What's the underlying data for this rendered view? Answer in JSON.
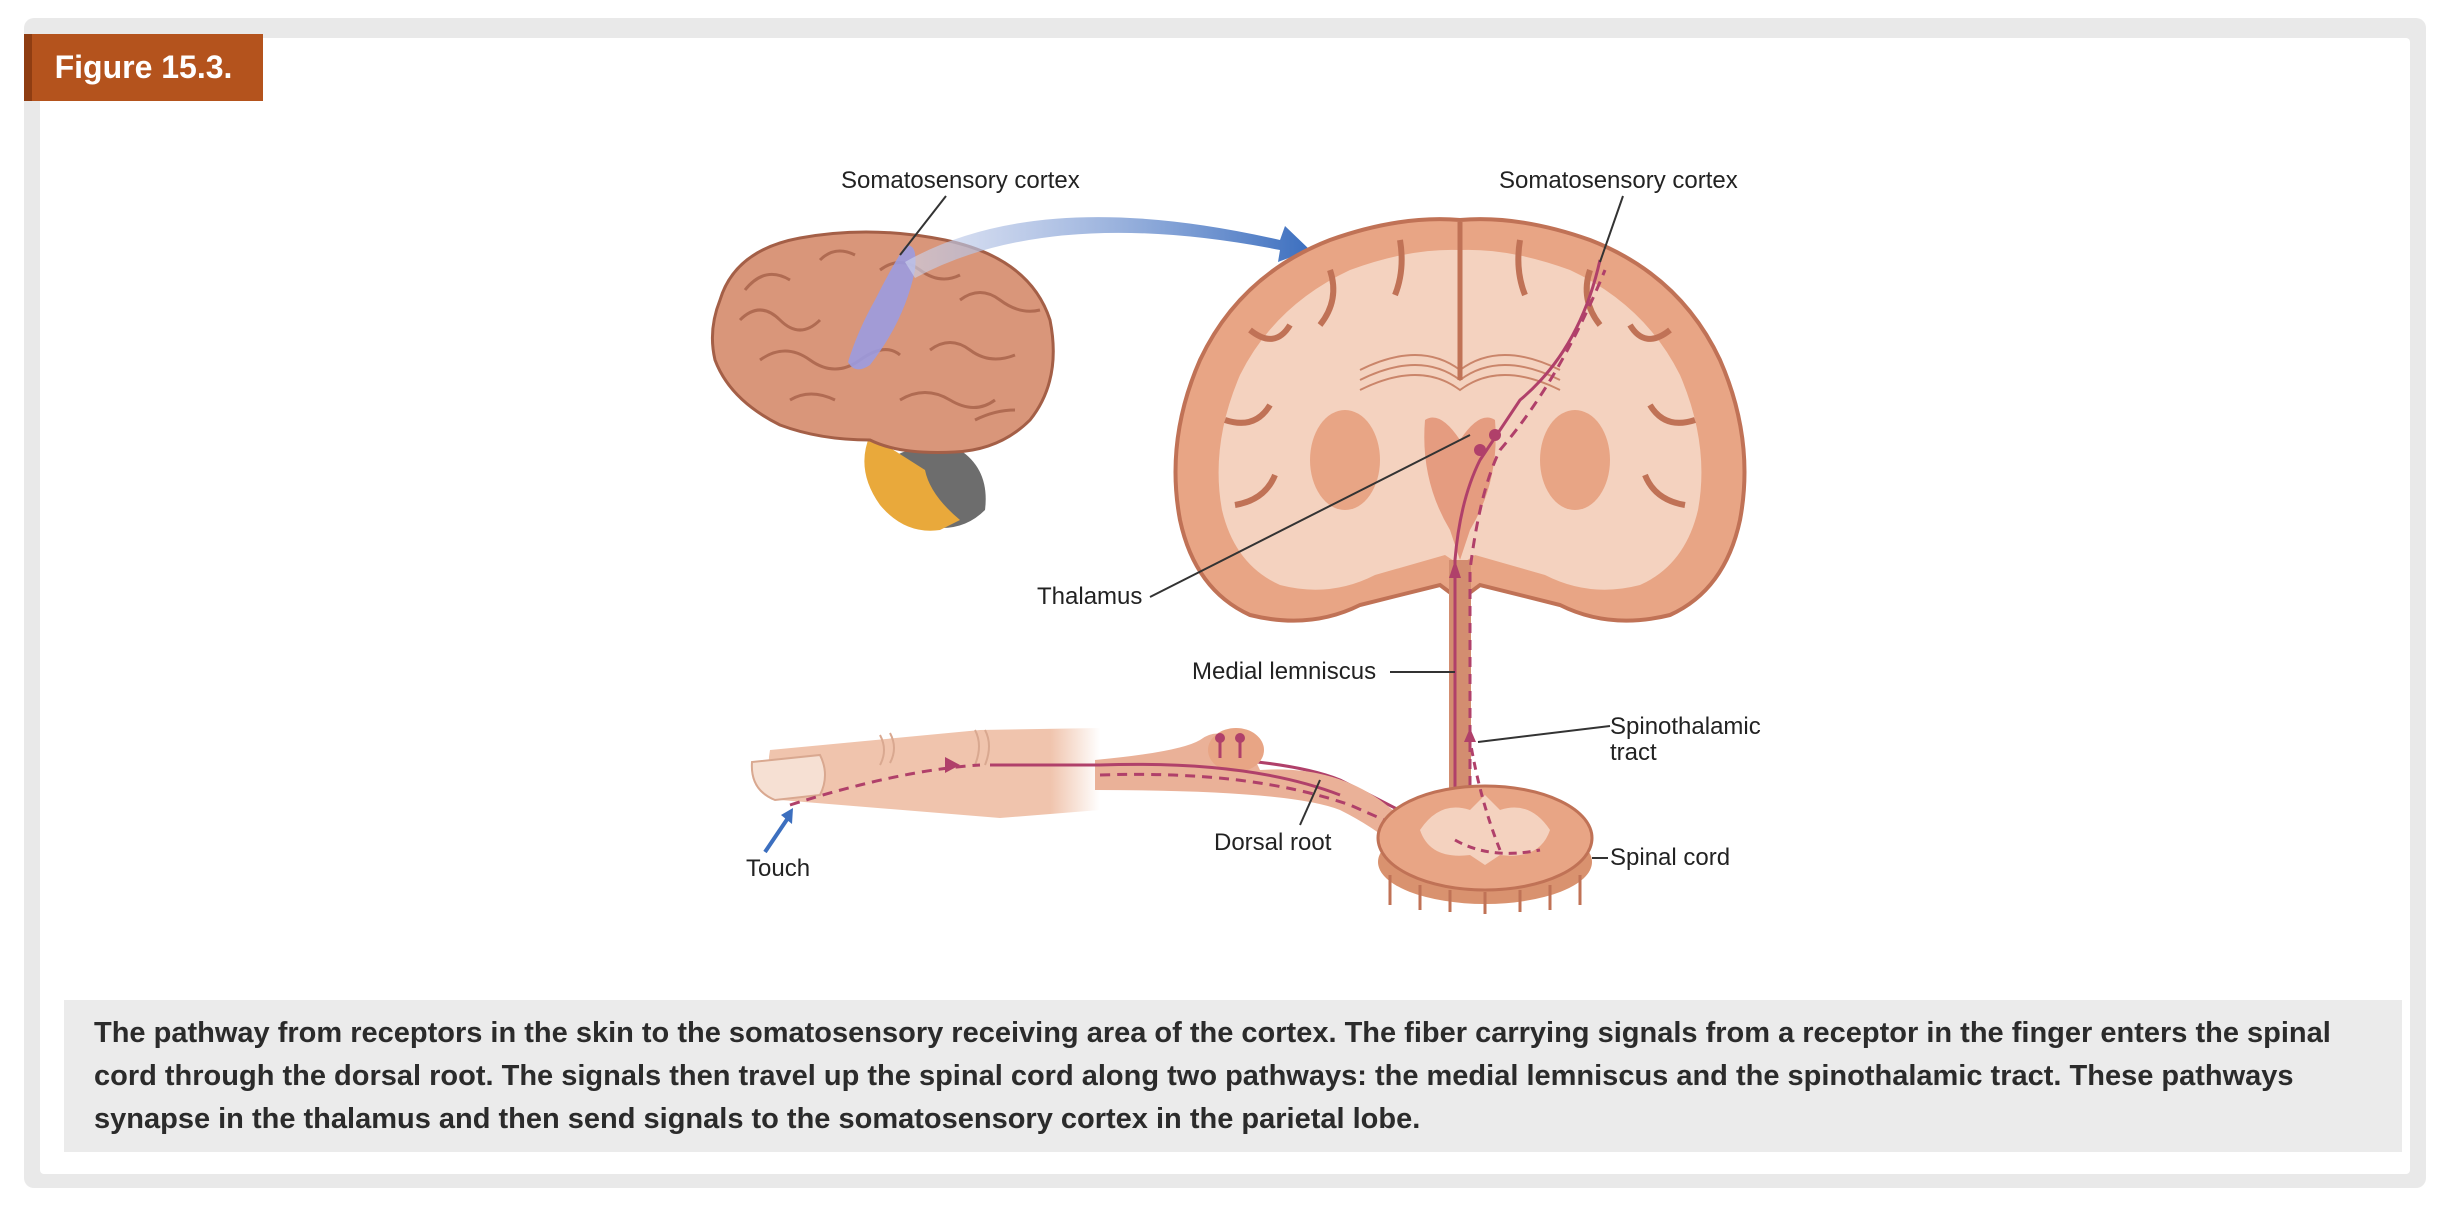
{
  "figure_label": "Figure 15.3.",
  "labels": {
    "somatosensory_left": "Somatosensory cortex",
    "somatosensory_right": "Somatosensory cortex",
    "thalamus": "Thalamus",
    "medial_lemniscus": "Medial lemniscus",
    "spinothalamic_1": "Spinothalamic",
    "spinothalamic_2": "tract",
    "touch": "Touch",
    "dorsal_root": "Dorsal root",
    "spinal_cord": "Spinal cord"
  },
  "caption": "The pathway from receptors in the skin to the somatosensory receiving area of the cortex. The fiber carrying signals from a receptor in the finger enters the spinal cord through the dorsal root. The signals then travel up the spinal cord along two pathways: the medial lemniscus and the spinothalamic tract. These pathways synapse in the thalamus and then send signals to the somatosensory cortex in the parietal lobe.",
  "colors": {
    "label_bg": "#b4531d",
    "tissue": "#e8a585",
    "tissue_light": "#f4d2bf",
    "pathway": "#b0406a",
    "arrow_blue": "#3c6fbf",
    "cortex_highlight": "#9b9be0"
  }
}
